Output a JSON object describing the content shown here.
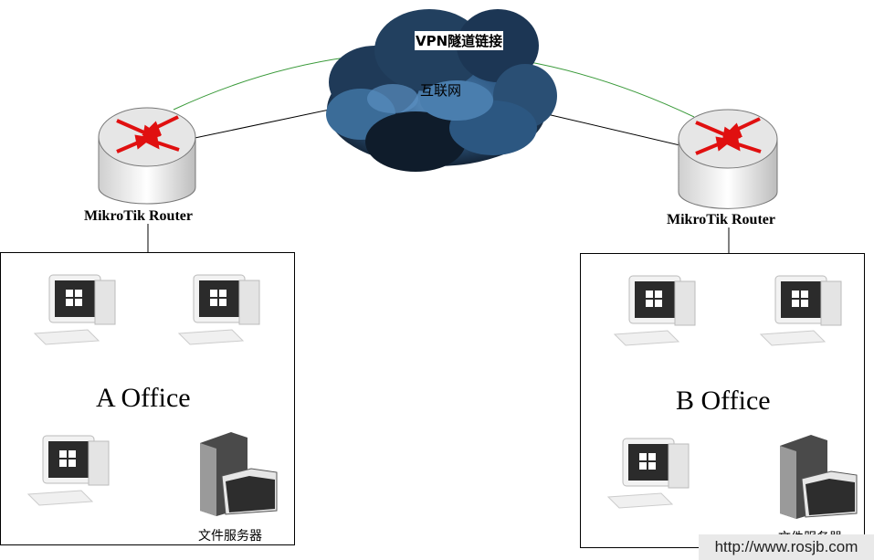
{
  "links": {
    "vpn_label": "VPN隧道链接",
    "internet_label": "互联网"
  },
  "router_a": {
    "label": "MikroTik Router"
  },
  "router_b": {
    "label": "MikroTik Router"
  },
  "office_a": {
    "label": "A Office",
    "file_server_label": "文件服务器"
  },
  "office_b": {
    "label": "B Office",
    "file_server_label": "文件服务器"
  },
  "watermark": "http://www.rosjb.com",
  "colors": {
    "vpn_tunnel": "#3a9a3a",
    "router_arrows": "#e01010",
    "cloud_dark": "#1b2a3c",
    "cloud_mid": "#3d6a93"
  },
  "icons": [
    "router-icon",
    "cloud-icon",
    "computer-icon",
    "file-server-icon"
  ]
}
